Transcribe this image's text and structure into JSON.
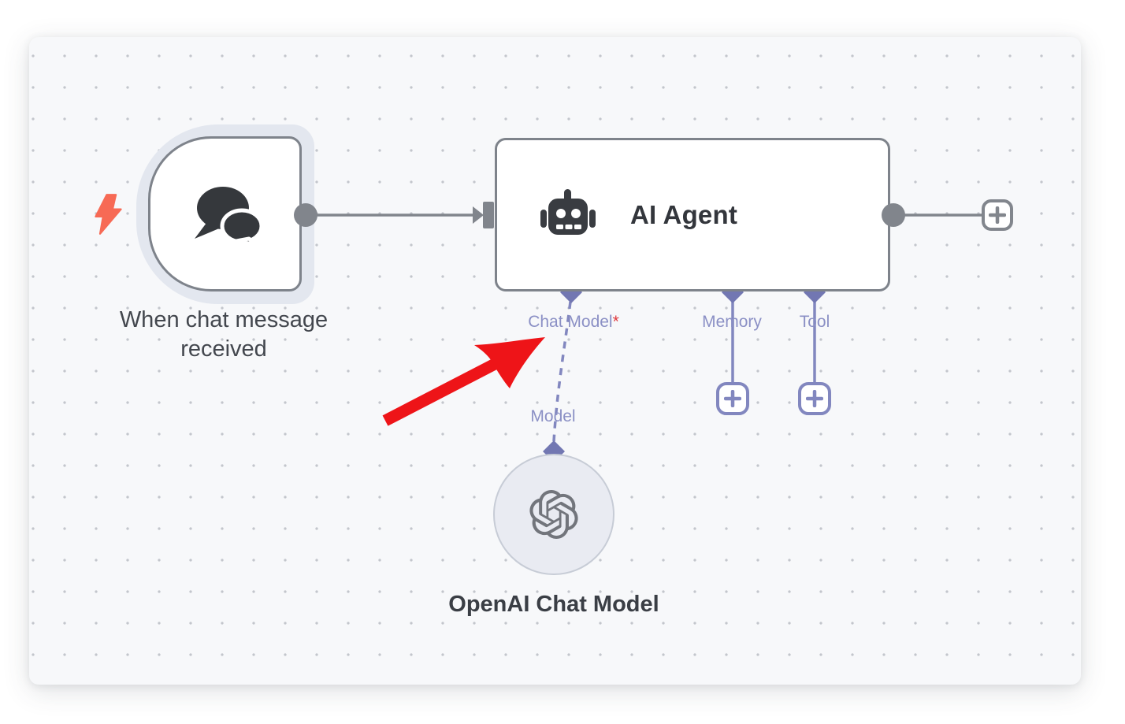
{
  "app": "workflow-editor-canvas",
  "nodes": {
    "trigger": {
      "label": "When chat message received",
      "icon": "chat-bubbles-icon",
      "badge_icon": "lightning-bolt-icon",
      "type": "chat-trigger"
    },
    "agent": {
      "title": "AI Agent",
      "icon": "robot-icon",
      "sub_inputs": [
        {
          "label": "Chat Model",
          "required_marker": "*",
          "connected": true
        },
        {
          "label": "Memory",
          "required_marker": "",
          "connected": false
        },
        {
          "label": "Tool",
          "required_marker": "",
          "connected": false
        }
      ]
    },
    "openai": {
      "label": "OpenAI Chat Model",
      "port_label": "Model",
      "icon": "openai-logo-icon"
    }
  },
  "buttons": {
    "add_node": "plus-icon"
  },
  "annotations": {
    "red_arrow": "points-at-chat-model-connector"
  },
  "colors": {
    "canvas_bg": "#f7f8fa",
    "grid_dot": "#c3c6cc",
    "node_border_gray": "#7e838b",
    "connector_gray": "#81858c",
    "diamond_purple": "#7277b2",
    "line_purple": "#8287bf",
    "label_purple": "#8b90c5",
    "required_red": "#e03a3e",
    "arrow_red": "#ee1418",
    "bolt_orange": "#f76a55",
    "node_text": "#43474e",
    "selection_glow": "#e3e7ef"
  }
}
